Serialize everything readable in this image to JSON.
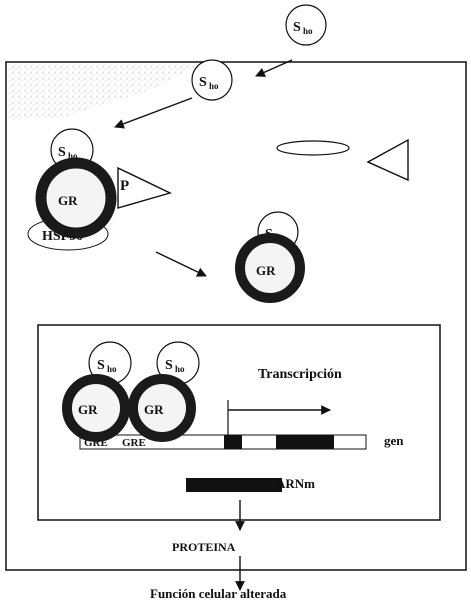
{
  "labels": {
    "steroid": "S",
    "steroid_sub": "ho",
    "receptor": "GR",
    "phosphate": "P",
    "hsp": "HSP90",
    "transcription": "Transcripción",
    "gre": "GRE",
    "gene": "gen",
    "mrna": "ARNm",
    "protein": "PROTEINA",
    "outcome": "Función celular alterada"
  },
  "colors": {
    "line": "#111111",
    "receptor_ring": "#1a1a1a",
    "ring_fill": "#f4f4f4",
    "membrane_speckle": "#b0b0b0"
  }
}
